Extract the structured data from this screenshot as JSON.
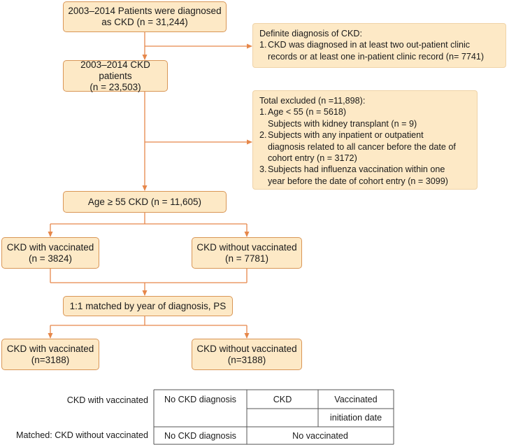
{
  "flow": {
    "b1": "2003–2014 Patients were diagnosed\nas CKD (n = 31,244)",
    "b2": "2003–2014 CKD patients\n(n = 23,503)",
    "b3": "Age ≥ 55 CKD (n = 11,605)",
    "b4l": "CKD with vaccinated\n(n = 3824)",
    "b4r": "CKD without vaccinated\n(n = 7781)",
    "b5": "1:1 matched by year of diagnosis, PS",
    "b6l": "CKD with vaccinated\n(n=3188)",
    "b6r": "CKD without vaccinated\n(n=3188)"
  },
  "notes": {
    "n1": {
      "title": "Definite diagnosis of CKD:",
      "items": [
        {
          "num": "1.",
          "text": "CKD was diagnosed in at least two out-patient clinic\nrecords or at least one in-patient clinic record (n= 7741)"
        }
      ]
    },
    "n2": {
      "title": "Total excluded (n =11,898):",
      "items": [
        {
          "num": "1.",
          "text": "Age < 55 (n = 5618)\nSubjects with kidney transplant (n = 9)"
        },
        {
          "num": "2.",
          "text": "Subjects with any inpatient or outpatient\ndiagnosis related to all cancer before the date of\ncohort entry (n = 3172)"
        },
        {
          "num": "3.",
          "text": "Subjects had influenza vaccination within one\nyear before the date of cohort entry (n = 3099)"
        }
      ]
    }
  },
  "timeline": {
    "row1_label": "CKD with vaccinated",
    "row2_label": "Matched: CKD without vaccinated",
    "r1c1": "No CKD diagnosis",
    "r1c2": "CKD",
    "r1c3a": "Vaccinated",
    "r1c3b": "initiation date",
    "r2c1": "No CKD diagnosis",
    "r2c2": "No vaccinated"
  },
  "colors": {
    "box_fill": "#fde9c6",
    "box_border": "#d99656",
    "arrow": "#e6874a",
    "table_line": "#555555"
  }
}
